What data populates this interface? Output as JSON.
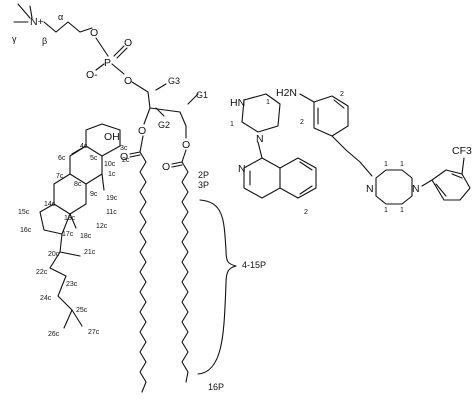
{
  "molecules": {
    "phosphocholine": {
      "n_plus": "N+",
      "o_minus": "O-",
      "p": "P",
      "o_double": "O",
      "o_bridge1": "O",
      "o_bridge2": "O",
      "alpha": "α",
      "beta": "β",
      "gamma": "γ"
    },
    "glycerol": {
      "g1": "G1",
      "g2": "G2",
      "g3": "G3",
      "o_sn2": "O",
      "o_sn1": "O",
      "carbonyl_o_left": "O",
      "carbonyl_o_right": "O",
      "c2p": "2P",
      "c3p": "3P",
      "range_label": "4-15P",
      "end_label": "16P"
    },
    "cholesterol": {
      "oh": "OH",
      "c1": "1c",
      "c2": "2c",
      "c3": "3c",
      "c4": "4c",
      "c5": "5c",
      "c6": "6c",
      "c7": "7c",
      "c8": "8c",
      "c9": "9c",
      "c10": "10c",
      "c11": "11c",
      "c12": "12c",
      "c13": "13c",
      "c14": "14c",
      "c15": "15c",
      "c16": "16c",
      "c17": "17c",
      "c18": "18c",
      "c19": "19c",
      "c20": "20c",
      "c21": "21c",
      "c22": "22c",
      "c23": "23c",
      "c24": "24c",
      "c25": "25c",
      "c26": "26c",
      "c27": "27c"
    },
    "quipazine": {
      "nh": "HN",
      "n_ring": "N",
      "n_quin": "N",
      "pos1a": "1",
      "pos1b": "1",
      "pos2": "2"
    },
    "aryl_piperazine": {
      "nh2": "H2N",
      "cf3": "CF3",
      "n_left": "N",
      "n_right": "N",
      "pos2a": "2",
      "pos2b": "2",
      "pos1_tl": "1",
      "pos1_tr": "1",
      "pos1_bl": "1",
      "pos1_br": "1"
    }
  }
}
